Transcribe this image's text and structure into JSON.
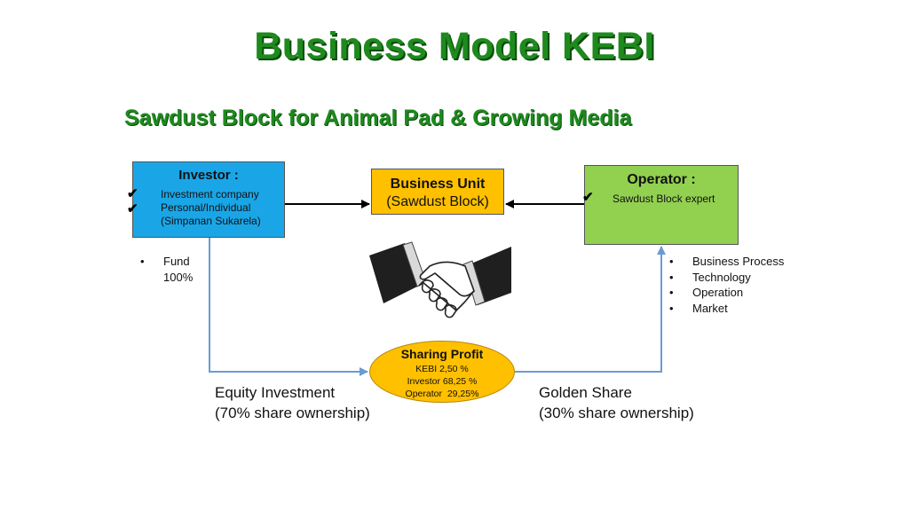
{
  "title": "Business Model KEBI",
  "subtitle": "Sawdust Block for Animal Pad & Growing Media",
  "investor": {
    "title": "Investor :",
    "items": [
      "Investment company",
      "Personal/Individual",
      "(Simpanan Sukarela)"
    ],
    "check_mark": "✔"
  },
  "business_unit": {
    "title": "Business Unit",
    "subtitle": "(Sawdust Block)"
  },
  "operator": {
    "title": "Operator :",
    "items": [
      "Sawdust Block expert"
    ],
    "check_mark": "✔"
  },
  "fund": {
    "line1": "Fund",
    "line2": "100%"
  },
  "operator_contributions": [
    "Business Process",
    "Technology",
    "Operation",
    "Market"
  ],
  "sharing_profit": {
    "title": "Sharing Profit",
    "lines": [
      "KEBI 2,50 %",
      "Investor 68,25 %",
      "Operator  29,25%"
    ]
  },
  "equity": {
    "line1": "Equity Investment",
    "line2": "(70% share ownership)"
  },
  "golden": {
    "line1": "Golden Share",
    "line2": "(30% share ownership)"
  },
  "colors": {
    "title_green": "#1e8a1e",
    "investor_blue": "#1aa6e6",
    "operator_green": "#92d050",
    "unit_orange": "#ffc000",
    "flow_line_blue": "#6b9bd2"
  },
  "icons": {
    "handshake": "handshake-icon"
  }
}
